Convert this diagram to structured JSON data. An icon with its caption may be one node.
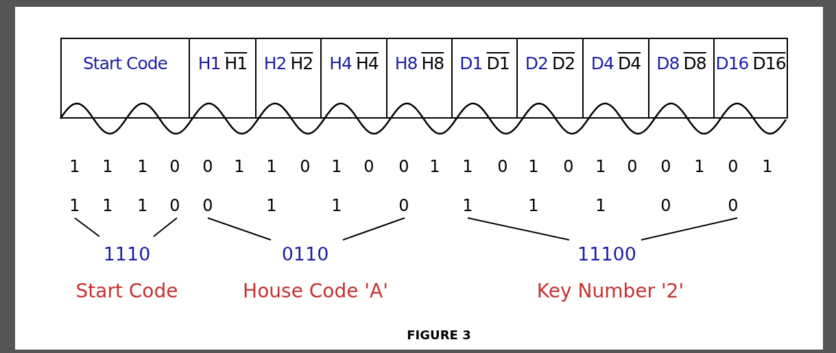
{
  "diagram": {
    "nodes": [
      {
        "text": [
          "Start Code"
        ]
      },
      {
        "text": [
          "H1",
          "H1"
        ]
      },
      {
        "text": [
          "H2",
          "H2"
        ]
      },
      {
        "text": [
          "H4",
          "H4"
        ]
      },
      {
        "text": [
          "H8",
          "H8"
        ]
      },
      {
        "text": [
          "D1",
          "D1"
        ]
      },
      {
        "text": [
          "D2",
          "D2"
        ]
      },
      {
        "text": [
          "D4",
          "D4"
        ]
      },
      {
        "text": [
          "D8",
          "D8"
        ]
      },
      {
        "text": [
          "D16",
          "D16"
        ]
      }
    ],
    "labels": [
      "1",
      "1",
      "1",
      "0",
      "0",
      "1",
      "1",
      "0",
      "1",
      "0",
      "0",
      "1",
      "1",
      "0",
      "1",
      "0",
      "1",
      "0",
      "0",
      "1",
      "0",
      "1",
      "1",
      "1",
      "1",
      "0",
      "0",
      "1",
      "1",
      "0",
      "1",
      "1",
      "1",
      "0",
      "0",
      "1110",
      "0110",
      "11100",
      "Start Code",
      "House Code 'A'",
      "Key Number '2'",
      "FIGURE 3"
    ]
  }
}
